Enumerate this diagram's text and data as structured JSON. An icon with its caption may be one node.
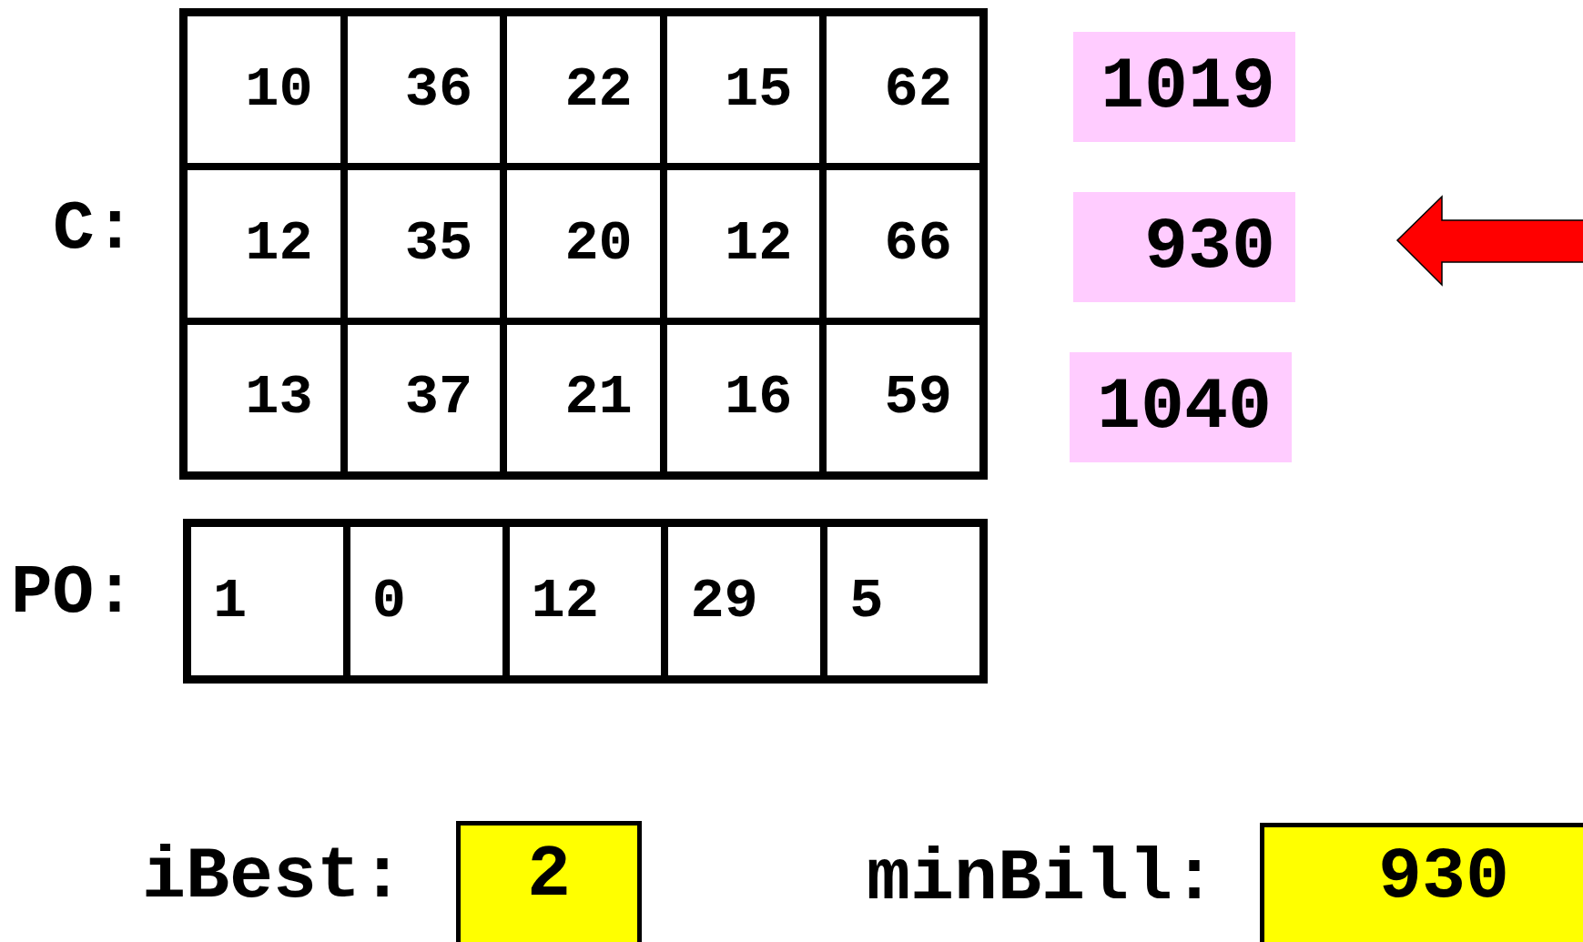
{
  "diagram": {
    "nodes": [
      {
        "text": [
          "1019"
        ]
      },
      {
        "text": [
          "930"
        ]
      },
      {
        "text": [
          "1040"
        ]
      },
      {
        "text": [
          "2"
        ]
      },
      {
        "text": [
          "930"
        ]
      }
    ],
    "labels": [
      "C:",
      "10",
      "36",
      "22",
      "15",
      "62",
      "12",
      "35",
      "20",
      "12",
      "66",
      "13",
      "37",
      "21",
      "16",
      "59",
      "PO:",
      "1",
      "0",
      "12",
      "29",
      "5",
      "iBest:",
      "minBill:"
    ]
  }
}
